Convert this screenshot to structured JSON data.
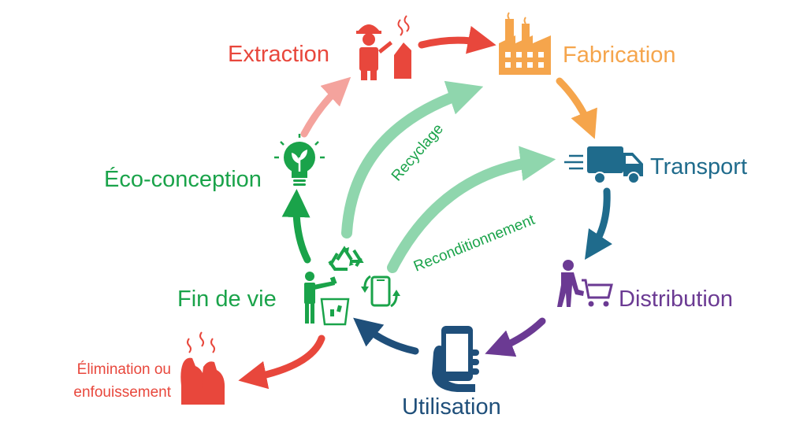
{
  "stages": {
    "extraction": {
      "label": "Extraction",
      "color": "#e8473c",
      "icon": "miner-icon"
    },
    "fabrication": {
      "label": "Fabrication",
      "color": "#f5a54c",
      "icon": "factory-icon"
    },
    "transport": {
      "label": "Transport",
      "color": "#1f6b8c",
      "icon": "truck-icon"
    },
    "distribution": {
      "label": "Distribution",
      "color": "#6b3a93",
      "icon": "shopping-cart-icon"
    },
    "utilisation": {
      "label": "Utilisation",
      "color": "#1f4f7a",
      "icon": "smartphone-icon"
    },
    "fin_de_vie": {
      "label": "Fin de vie",
      "color": "#1aa34a",
      "icon": "trash-disposal-icon"
    },
    "eco_conception": {
      "label": "Éco-conception",
      "color": "#1aa34a",
      "icon": "lightbulb-plant-icon"
    },
    "elimination": {
      "line1": "Élimination ou",
      "line2": "enfouissement",
      "color": "#e8473c",
      "icon": "waste-bags-icon"
    }
  },
  "loops": {
    "recyclage": {
      "label": "Recyclage",
      "color": "#8fd6ad",
      "icon": "recycle-icon"
    },
    "reconditionnement": {
      "label": "Reconditionnement",
      "color": "#8fd6ad",
      "icon": "phone-refresh-icon"
    }
  }
}
